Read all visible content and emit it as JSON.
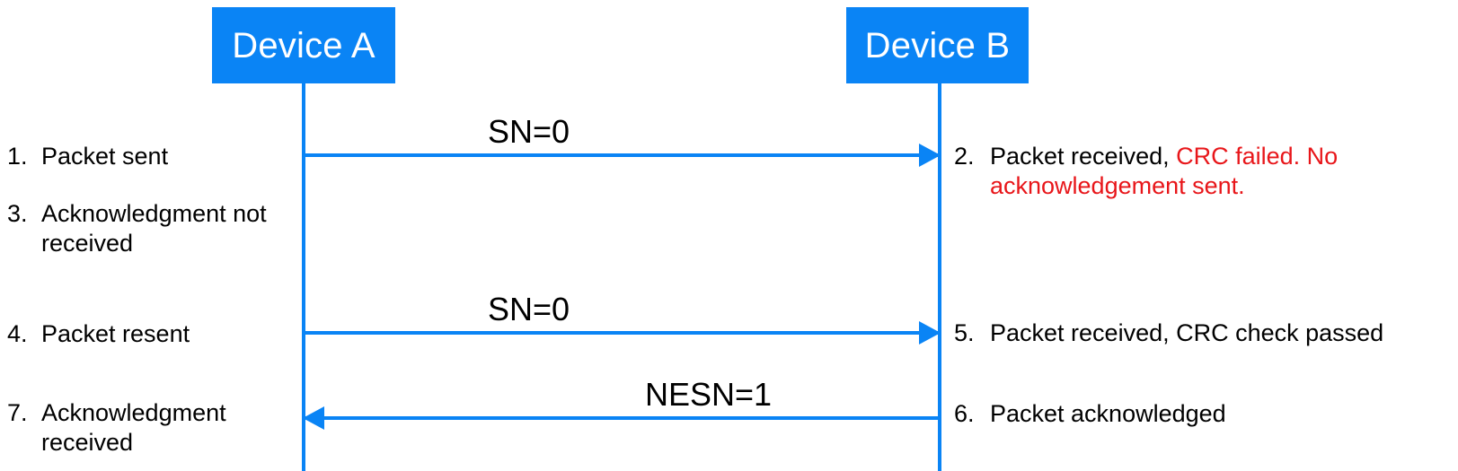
{
  "colors": {
    "accent": "#0a84f5",
    "error": "#e8161a",
    "text": "#000000",
    "background": "#ffffff"
  },
  "actors": {
    "left": {
      "name": "Device A"
    },
    "right": {
      "name": "Device B"
    }
  },
  "messages": [
    {
      "id": "msg-1",
      "label": "SN=0",
      "direction": "right"
    },
    {
      "id": "msg-2",
      "label": "SN=0",
      "direction": "right"
    },
    {
      "id": "msg-3",
      "label": "NESN=1",
      "direction": "left"
    }
  ],
  "steps": {
    "left": [
      {
        "number": "1.",
        "text": "Packet sent"
      },
      {
        "number": "3.",
        "text": "Acknowledgment not received"
      },
      {
        "number": "4.",
        "text": "Packet resent"
      },
      {
        "number": "7.",
        "text": "Acknowledgment received"
      }
    ],
    "right": [
      {
        "number": "2.",
        "text_normal": "Packet received, ",
        "text_error": "CRC failed. No acknowledgement sent."
      },
      {
        "number": "5.",
        "text": "Packet received, CRC check passed"
      },
      {
        "number": "6.",
        "text": "Packet acknowledged"
      }
    ]
  }
}
